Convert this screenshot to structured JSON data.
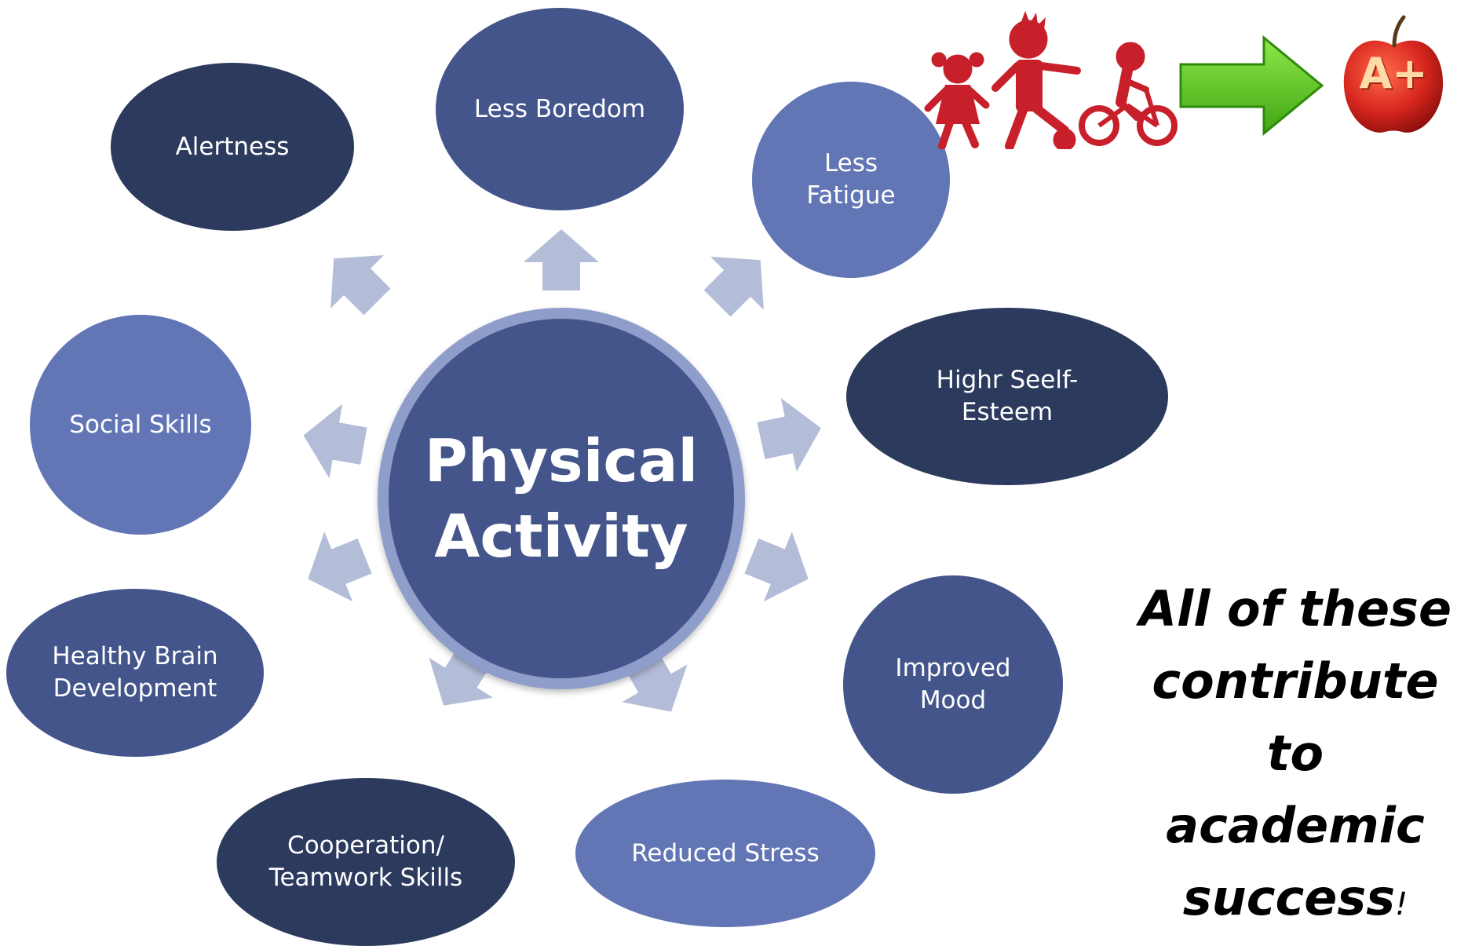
{
  "center": {
    "label": "Physical\nActivity"
  },
  "benefits": [
    {
      "id": "alertness",
      "label": "Alertness",
      "tone": "dark"
    },
    {
      "id": "less-boredom",
      "label": "Less Boredom",
      "tone": "mid"
    },
    {
      "id": "less-fatigue",
      "label": "Less\nFatigue",
      "tone": "light"
    },
    {
      "id": "self-esteem",
      "label": "Highr Seelf-\nEsteem",
      "tone": "dark"
    },
    {
      "id": "improved-mood",
      "label": "Improved\nMood",
      "tone": "mid"
    },
    {
      "id": "reduced-stress",
      "label": "Reduced Stress",
      "tone": "light"
    },
    {
      "id": "teamwork",
      "label": "Cooperation/\nTeamwork Skills",
      "tone": "dark"
    },
    {
      "id": "brain",
      "label": "Healthy Brain\nDevelopment",
      "tone": "mid"
    },
    {
      "id": "social",
      "label": "Social Skills",
      "tone": "light"
    }
  ],
  "tagline": {
    "text": "All of these\ncontribute\nto academic\nsuccess",
    "punct": "!"
  },
  "apple_badge": {
    "text": "A+"
  },
  "colors": {
    "dark": "#2c3a5e",
    "mid": "#43558b",
    "light": "#6276b5",
    "arrow": "#b4bdd8",
    "kids": "#c8202a",
    "green_arrow": "#55c21c",
    "apple": "#d8271f"
  },
  "icons": [
    "girl-walking-icon",
    "boy-kicking-icon",
    "child-biking-icon",
    "right-arrow-icon",
    "apple-a-plus-icon"
  ]
}
